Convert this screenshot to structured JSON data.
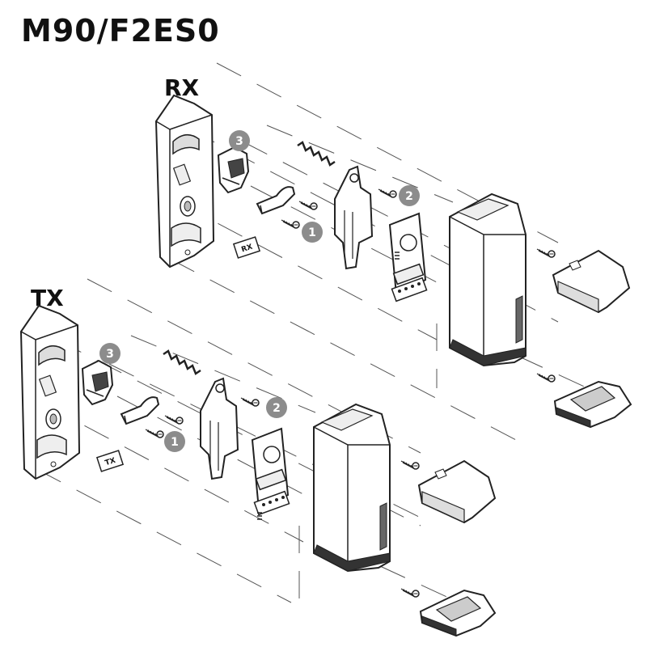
{
  "title": "M90/F2ES0",
  "groups": {
    "rx": {
      "label": "RX",
      "tag": "RX"
    },
    "tx": {
      "label": "TX",
      "tag": "TX"
    }
  },
  "callouts": {
    "one": "1",
    "two": "2",
    "three": "3"
  },
  "colors": {
    "badge": "#8c8c8c",
    "line": "#222222",
    "dash": "#555555",
    "fill": "#ffffff",
    "shade": "#d0d0d0"
  }
}
